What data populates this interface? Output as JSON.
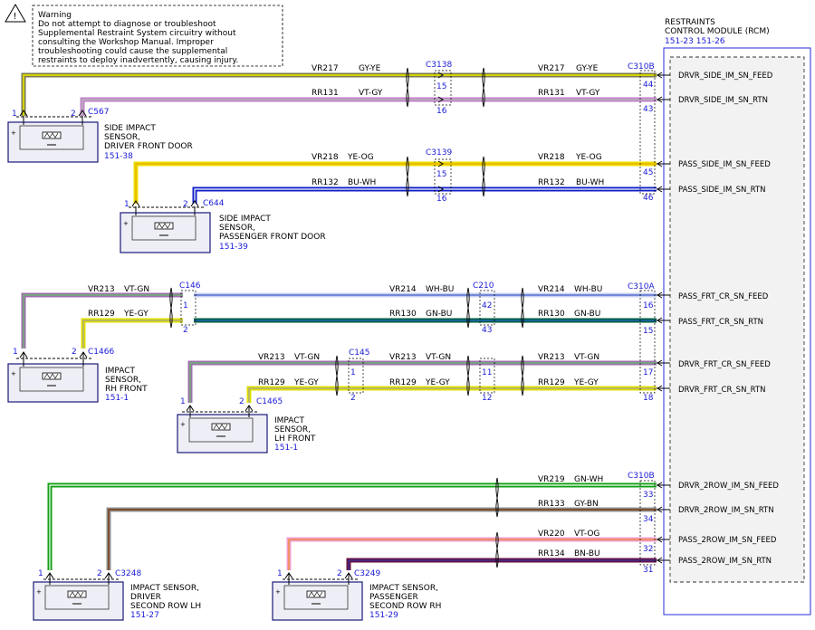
{
  "warning": {
    "lines": [
      "Warning",
      "Do not attempt to diagnose or troubleshoot",
      "Supplemental Restraint System circuitry without",
      "consulting the Workshop Manual. Improper",
      "troubleshooting could cause the supplemental",
      "restraints to deploy inadvertently, causing injury."
    ]
  },
  "module": {
    "name": "RESTRAINTS",
    "name2": "CONTROL MODULE (RCM)",
    "ref": "151-23  151-26"
  },
  "connectors": {
    "c3138": "C3138",
    "c3139": "C3139",
    "c146": "C146",
    "c210": "C210",
    "c145": "C145",
    "c310b_top": "C310B",
    "c310a": "C310A",
    "c310b_bottom": "C310B",
    "c567": "C567",
    "c644": "C644",
    "c1466": "C1466",
    "c1465": "C1465",
    "c3248": "C3248",
    "c3249": "C3249"
  },
  "sensors": [
    {
      "l1": "SIDE IMPACT",
      "l2": "SENSOR,",
      "l3": "DRIVER FRONT DOOR",
      "ref": "151-38"
    },
    {
      "l1": "SIDE IMPACT",
      "l2": "SENSOR,",
      "l3": "PASSENGER FRONT DOOR",
      "ref": "151-39"
    },
    {
      "l1": "IMPACT",
      "l2": "SENSOR,",
      "l3": "RH FRONT",
      "ref": "151-1"
    },
    {
      "l1": "IMPACT",
      "l2": "SENSOR,",
      "l3": "LH FRONT",
      "ref": "151-1"
    },
    {
      "l1": "IMPACT SENSOR,",
      "l2": "DRIVER",
      "l3": "SECOND ROW LH",
      "ref": "151-27"
    },
    {
      "l1": "IMPACT SENSOR,",
      "l2": "PASSENGER",
      "l3": "SECOND ROW RH",
      "ref": "151-29"
    }
  ],
  "wires": [
    {
      "id": "w1",
      "seg1": [
        "VR217",
        "GY-YE"
      ],
      "seg2": [
        "VR217",
        "GY-YE"
      ],
      "pin_in": "15",
      "pin_rcm": "44",
      "signal": "DRVR_SIDE_IM_SN_FEED",
      "colors": [
        "#8a8a8a",
        "#d8d800"
      ]
    },
    {
      "id": "w2",
      "seg1": [
        "RR131",
        "VT-GY"
      ],
      "seg2": [
        "RR131",
        "VT-GY"
      ],
      "pin_in": "16",
      "pin_rcm": "43",
      "signal": "DRVR_SIDE_IM_SN_RTN",
      "colors": [
        "#c070c0",
        "#b8b8b8"
      ]
    },
    {
      "id": "w3",
      "seg1": [
        "VR218",
        "YE-OG"
      ],
      "seg2": [
        "VR218",
        "YE-OG"
      ],
      "pin_in": "15",
      "pin_rcm": "45",
      "signal": "PASS_SIDE_IM_SN_FEED",
      "colors": [
        "#e8e000",
        "#f0a000"
      ]
    },
    {
      "id": "w4",
      "seg1": [
        "RR132",
        "BU-WH"
      ],
      "seg2": [
        "RR132",
        "BU-WH"
      ],
      "pin_in": "16",
      "pin_rcm": "46",
      "signal": "PASS_SIDE_IM_SN_RTN",
      "colors": [
        "#1030d0",
        "#ffffff"
      ]
    },
    {
      "id": "w5",
      "seg1": [
        "VR213",
        "VT-GN"
      ],
      "seg2": [
        "VR214",
        "WH-BU"
      ],
      "seg3": [
        "VR214",
        "WH-BU"
      ],
      "pin_a": "1",
      "pin_b": "42",
      "pin_rcm": "16",
      "signal": "PASS_FRT_CR_SN_FEED"
    },
    {
      "id": "w6",
      "seg1": [
        "RR129",
        "YE-GY"
      ],
      "seg2": [
        "RR130",
        "GN-BU"
      ],
      "seg3": [
        "RR130",
        "GN-BU"
      ],
      "pin_a": "2",
      "pin_b": "43",
      "pin_rcm": "15",
      "signal": "PASS_FRT_CR_SN_RTN"
    },
    {
      "id": "w7",
      "seg1": [
        "VR213",
        "VT-GN"
      ],
      "seg2": [
        "VR213",
        "VT-GN"
      ],
      "seg3": [
        "VR213",
        "VT-GN"
      ],
      "pin_a": "1",
      "pin_b": "11",
      "pin_rcm": "17",
      "signal": "DRVR_FRT_CR_SN_FEED"
    },
    {
      "id": "w8",
      "seg1": [
        "RR129",
        "YE-GY"
      ],
      "seg2": [
        "RR129",
        "YE-GY"
      ],
      "seg3": [
        "RR129",
        "YE-GY"
      ],
      "pin_a": "2",
      "pin_b": "12",
      "pin_rcm": "18",
      "signal": "DRVR_FRT_CR_SN_RTN"
    },
    {
      "id": "w9",
      "seg1": [
        "VR219",
        "GN-WH"
      ],
      "pin_rcm": "33",
      "signal": "DRVR_2ROW_IM_SN_FEED"
    },
    {
      "id": "w10",
      "seg1": [
        "RR133",
        "GY-BN"
      ],
      "pin_rcm": "34",
      "signal": "DRVR_2ROW_IM_SN_RTN"
    },
    {
      "id": "w11",
      "seg1": [
        "VR220",
        "VT-OG"
      ],
      "pin_rcm": "32",
      "signal": "PASS_2ROW_IM_SN_FEED"
    },
    {
      "id": "w12",
      "seg1": [
        "RR134",
        "BN-BU"
      ],
      "pin_rcm": "31",
      "signal": "PASS_2ROW_IM_SN_RTN"
    }
  ],
  "sensor_pins": {
    "p1": "1",
    "p2": "2"
  }
}
